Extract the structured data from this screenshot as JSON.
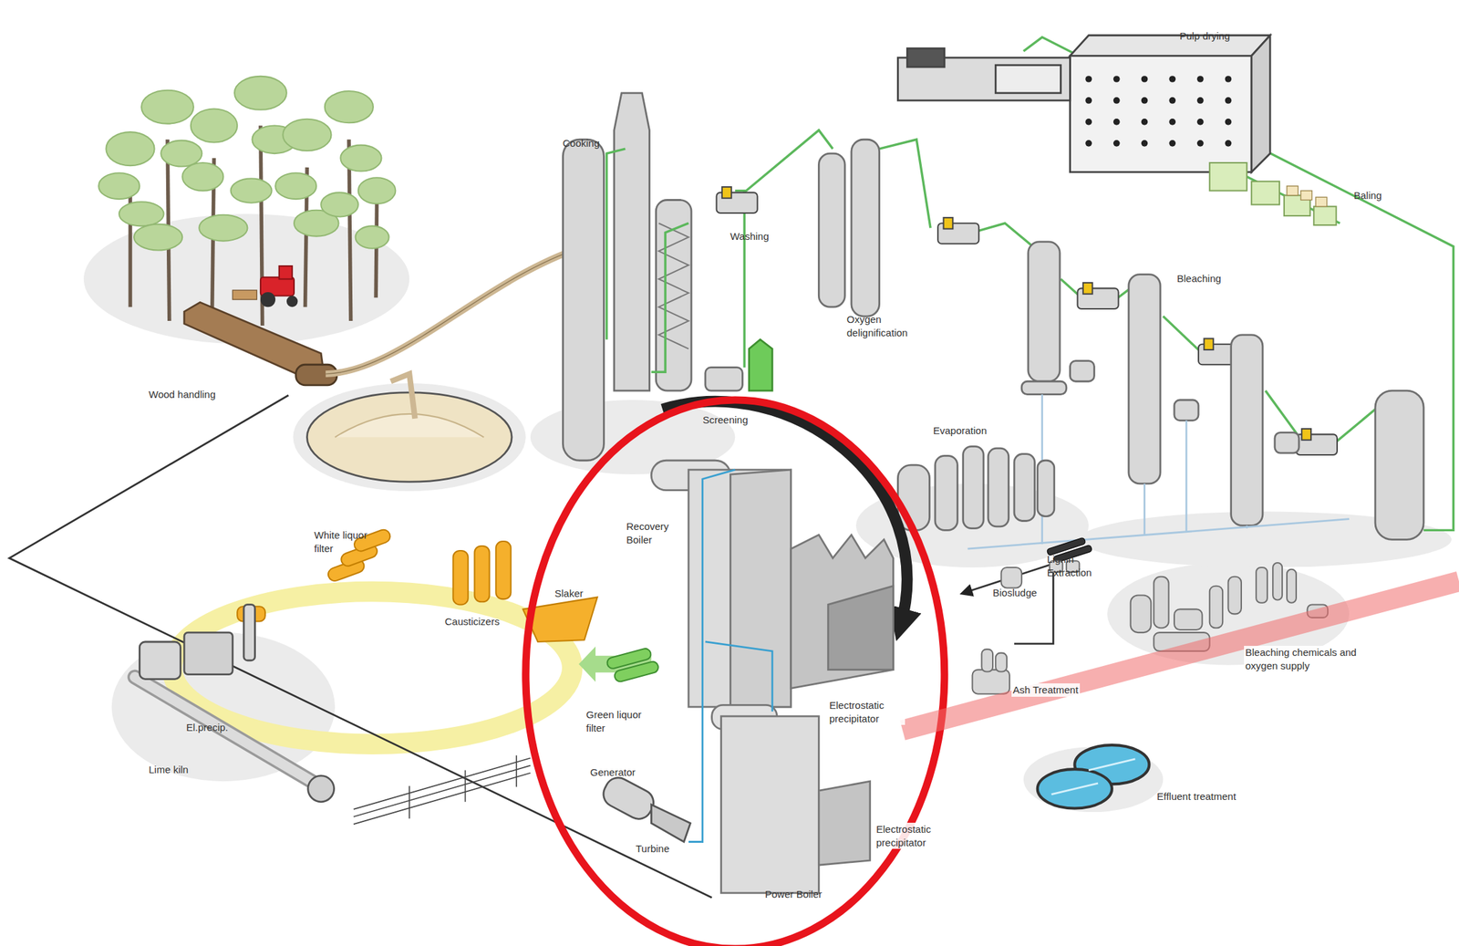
{
  "diagram": {
    "labels": [
      "Pulp drying",
      "Cooking",
      "Baling",
      "Washing",
      "Bleaching",
      "Oxygen delignification",
      "Wood handling",
      "Screening",
      "Evaporation",
      "White liquor filter",
      "Recovery Boiler",
      "Lignin Extraction",
      "Slaker",
      "Biosludge",
      "Causticizers",
      "Bleaching chemicals and oxygen supply",
      "Ash Treatment",
      "Electrostatic precipitator",
      "Green liquor filter",
      "El.precip.",
      "Lime kiln",
      "Generator",
      "Effluent treatment",
      "Electrostatic precipitator",
      "Turbine",
      "Power Boiler"
    ]
  }
}
